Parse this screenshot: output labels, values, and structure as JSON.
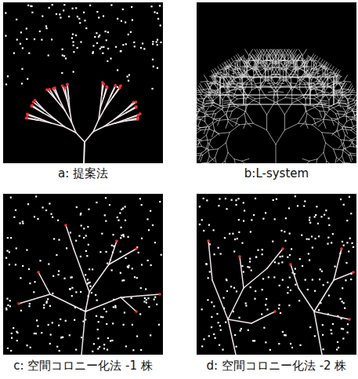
{
  "diagram": {
    "labels": [
      "a: 提案法",
      "b:L-system",
      "c: 空間コロニー化法 -1 株",
      "d: 空間コロニー化法 -2 株"
    ]
  }
}
